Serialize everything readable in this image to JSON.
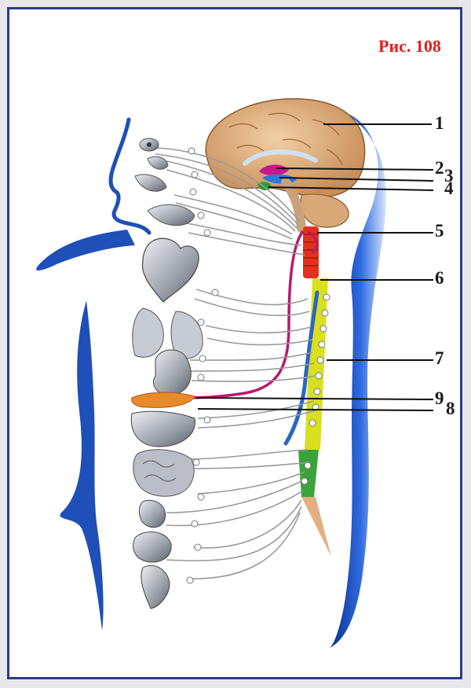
{
  "figure": {
    "title": "Рис. 108"
  },
  "callouts": [
    {
      "id": "1",
      "text": "1"
    },
    {
      "id": "2",
      "text": "2"
    },
    {
      "id": "3",
      "text": "3"
    },
    {
      "id": "4",
      "text": "4"
    },
    {
      "id": "5",
      "text": "5"
    },
    {
      "id": "6",
      "text": "6"
    },
    {
      "id": "7",
      "text": "7"
    },
    {
      "id": "9",
      "text": "9"
    },
    {
      "id": "8",
      "text": "8"
    }
  ],
  "colors": {
    "frame": "#2a3a8c",
    "title": "#e02020",
    "body_outline": "#1f4fb8",
    "brain": "#d9a877",
    "hypothalamus_magenta": "#c8168c",
    "region_blue": "#2b7bd8",
    "region_green": "#2e9a3a",
    "cervical_red": "#e2301c",
    "thoracic_yellow": "#d8e020",
    "sacral_green": "#39a43a",
    "pathway_magenta": "#b8186e",
    "pathway_blue": "#2a66c4",
    "nerve_gray": "#9a9a9a",
    "organ_gray": "#8a8f98",
    "pancreas_orange": "#e98a2a"
  }
}
